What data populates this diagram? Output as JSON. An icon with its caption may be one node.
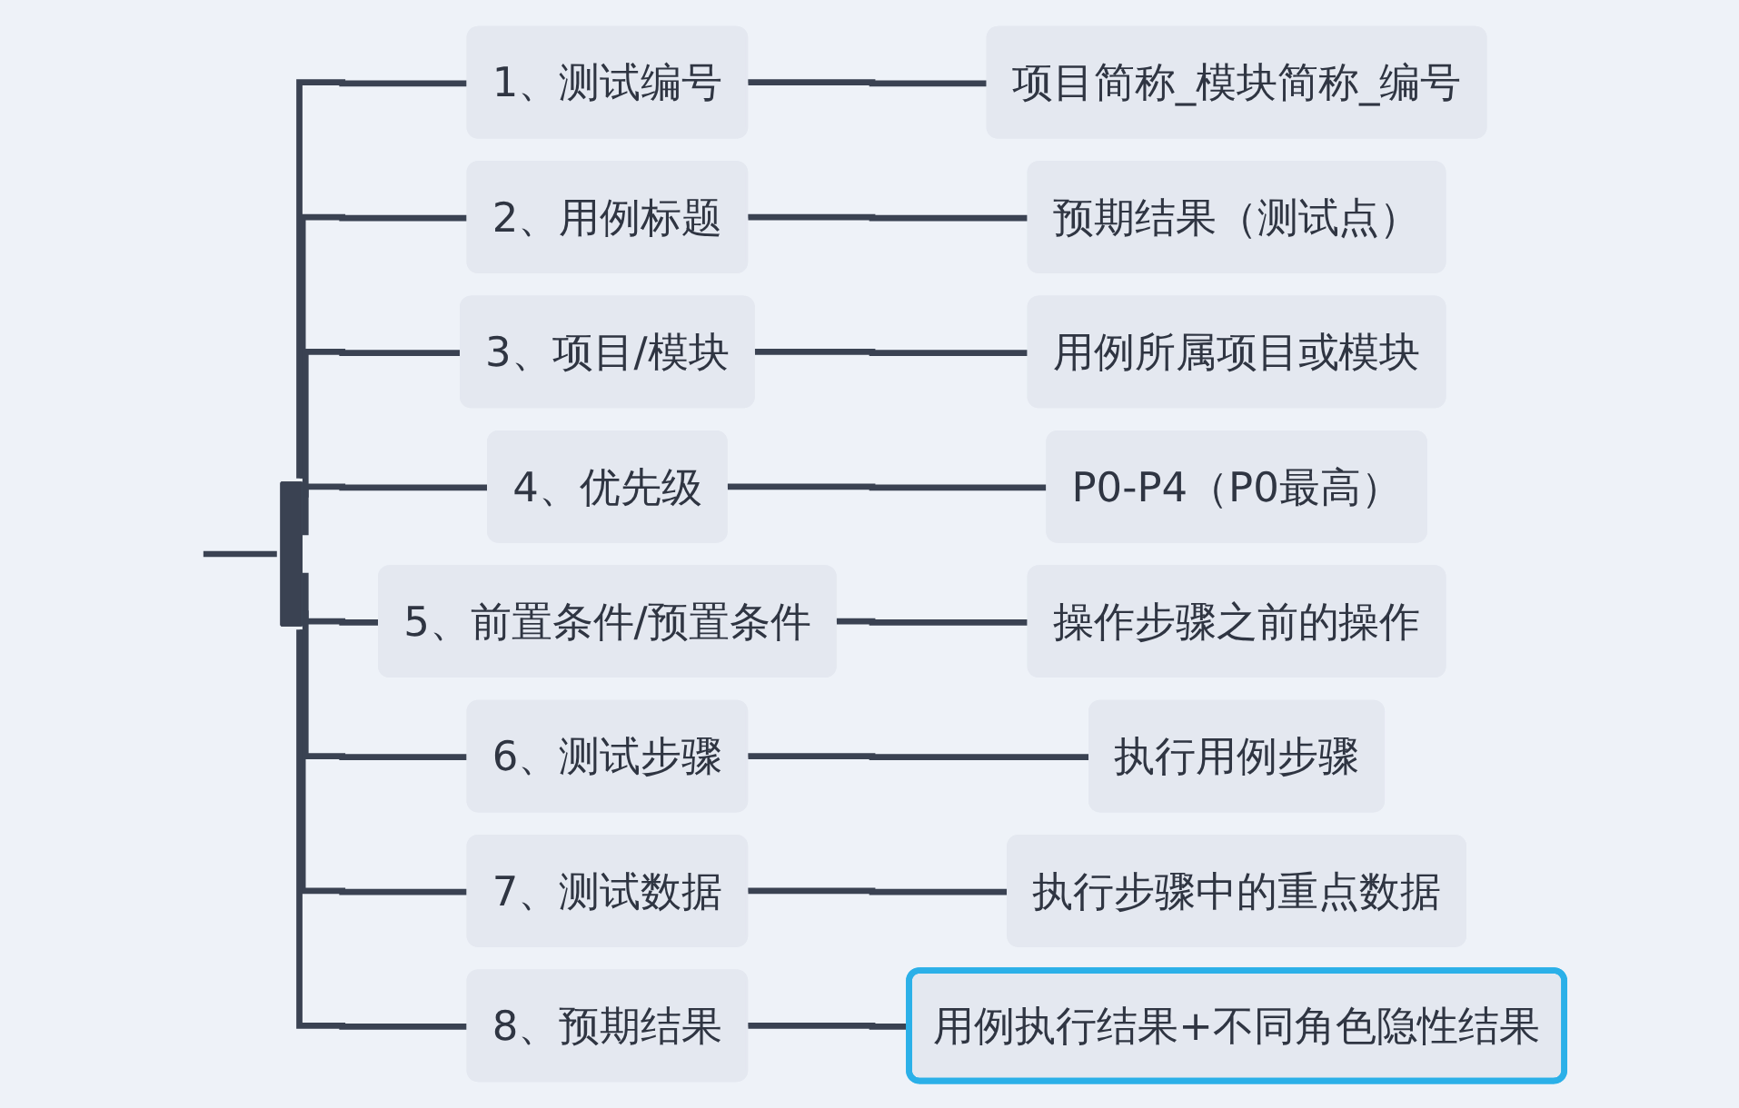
{
  "diagram": {
    "nodes": [
      {
        "text": [],
        "shape": "bar"
      },
      {
        "text": [
          "1、测试编号"
        ]
      },
      {
        "text": [
          "项目简称_模块简称_编号"
        ]
      },
      {
        "text": [
          "2、用例标题"
        ]
      },
      {
        "text": [
          "预期结果（测试点）"
        ]
      },
      {
        "text": [
          "3、项目/模块"
        ]
      },
      {
        "text": [
          "用例所属项目或模块"
        ]
      },
      {
        "text": [
          "4、优先级"
        ]
      },
      {
        "text": [
          "P0-P4（P0最高）"
        ]
      },
      {
        "text": [
          "5、前置条件/预置条件"
        ]
      },
      {
        "text": [
          "操作步骤之前的操作"
        ]
      },
      {
        "text": [
          "6、测试步骤"
        ]
      },
      {
        "text": [
          "执行用例步骤"
        ]
      },
      {
        "text": [
          "7、测试数据"
        ]
      },
      {
        "text": [
          "执行步骤中的重点数据"
        ]
      },
      {
        "text": [
          "8、预期结果"
        ]
      },
      {
        "text": [
          "用例执行结果+不同角色隐性结果"
        ]
      }
    ],
    "edges": [
      {
        "from": null,
        "to": 0,
        "arrow": "none"
      },
      {
        "from": 0,
        "to": 1,
        "arrow": "none"
      },
      {
        "from": 1,
        "to": 2,
        "arrow": "none"
      },
      {
        "from": 0,
        "to": 3,
        "arrow": "none"
      },
      {
        "from": 3,
        "to": 4,
        "arrow": "none"
      },
      {
        "from": 0,
        "to": 5,
        "arrow": "none"
      },
      {
        "from": 5,
        "to": 6,
        "arrow": "none"
      },
      {
        "from": 0,
        "to": 7,
        "arrow": "none"
      },
      {
        "from": 7,
        "to": 8,
        "arrow": "none"
      },
      {
        "from": 0,
        "to": 9,
        "arrow": "none"
      },
      {
        "from": 9,
        "to": 10,
        "arrow": "none"
      },
      {
        "from": 0,
        "to": 11,
        "arrow": "none"
      },
      {
        "from": 11,
        "to": 12,
        "arrow": "none"
      },
      {
        "from": 0,
        "to": 13,
        "arrow": "none"
      },
      {
        "from": 13,
        "to": 14,
        "arrow": "none"
      },
      {
        "from": 0,
        "to": 15,
        "arrow": "none"
      },
      {
        "from": 15,
        "to": 16,
        "arrow": "none"
      }
    ]
  }
}
